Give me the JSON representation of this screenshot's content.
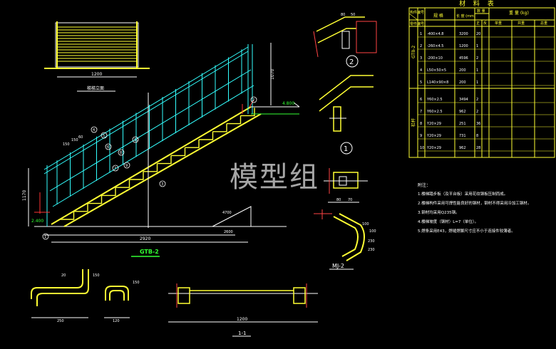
{
  "watermark": "模型组",
  "main_view": {
    "title": "GTB-2",
    "plan_caption": "梯梯立面",
    "dim_plan_width": "1200",
    "dim_total_length": "2920",
    "dim_bottom_run": "2600",
    "dim_height_left": "1170",
    "dim_top_rise": "1070",
    "dim_slope": "4700",
    "elev_top": "4.800",
    "elev_bottom": "2.400",
    "top_labels": [
      "150",
      "150",
      "60"
    ],
    "bubbles": [
      "4",
      "5",
      "6",
      "7",
      "8",
      "9",
      "10",
      "2",
      "3",
      "1"
    ]
  },
  "details": {
    "detail2_label": "2",
    "detail1_label": "1",
    "mj2_label": "MJ-2",
    "section_label": "1-1",
    "section_width": "1200",
    "angles": [
      "100",
      "100",
      "230",
      "230"
    ],
    "hook_dims": [
      "20",
      "250",
      "150",
      "150",
      "120"
    ],
    "small_dims": [
      "80",
      "50",
      "80",
      "70"
    ]
  },
  "table": {
    "title": "材 料 表",
    "header": {
      "member": "构件编号",
      "no": "零件编号",
      "spec": "规 格",
      "length": "长 度 (mm)",
      "qty": "数 量",
      "qty_sub": [
        "正",
        "反"
      ],
      "weight": "重 量 (kg)",
      "weight_sub": [
        "单重",
        "共重",
        "总重"
      ]
    },
    "group1_label": "GTB-2",
    "group2_label": "栏杆",
    "rows1": [
      {
        "no": "1",
        "spec": "-400×4.8",
        "len": "3200",
        "qty": "20"
      },
      {
        "no": "2",
        "spec": "-260×4.5",
        "len": "1200",
        "qty": "1"
      },
      {
        "no": "3",
        "spec": "-200×10",
        "len": "4596",
        "qty": "2"
      },
      {
        "no": "4",
        "spec": "L50×50×5",
        "len": "200",
        "qty": "1"
      },
      {
        "no": "5",
        "spec": "L140×90×8",
        "len": "200",
        "qty": "1"
      }
    ],
    "rows2": [
      {
        "no": "6",
        "spec": "Y60×2.5",
        "len": "3494",
        "qty": "2"
      },
      {
        "no": "7",
        "spec": "Y60×2.5",
        "len": "962",
        "qty": "2"
      },
      {
        "no": "8",
        "spec": "Y20×29",
        "len": "251",
        "qty": "36"
      },
      {
        "no": "9",
        "spec": "Y20×29",
        "len": "731",
        "qty": "8"
      },
      {
        "no": "10",
        "spec": "Y20×29",
        "len": "962",
        "qty": "28"
      }
    ]
  },
  "notes": {
    "title": "附注：",
    "items": [
      "1.楼梯踏步板（及平台板）采用花纹钢板压制而成。",
      "2.楼梯构件采用可焊性能良好的钢材，钢材不得采用冷加工钢材。",
      "3.钢材均采用Q235钢。",
      "4.楼梯坡度（钢材）L=7（单位）。",
      "5.焊条采用E43，焊缝焊脚尺寸应不小于连接件较薄者。"
    ]
  }
}
